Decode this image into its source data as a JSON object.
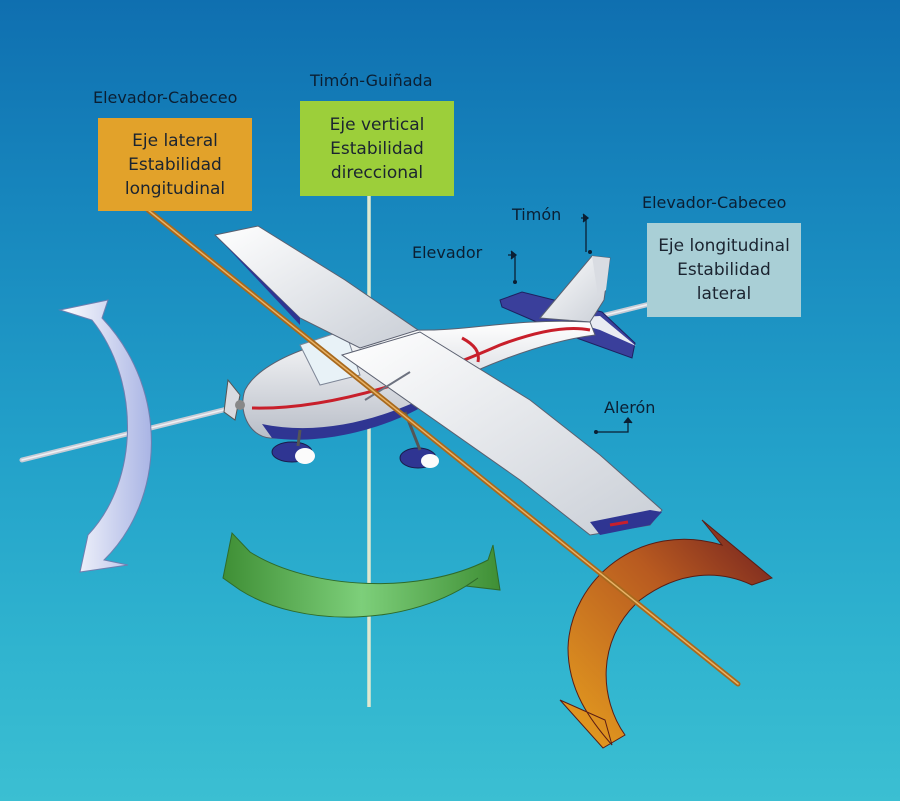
{
  "axes": {
    "lateral": {
      "control": "Elevador-Cabeceo",
      "lines": [
        "Eje lateral",
        "Estabilidad",
        "longitudinal"
      ],
      "color": "#e2a22a"
    },
    "vertical": {
      "control": "Timón-Guiñada",
      "lines": [
        "Eje vertical",
        "Estabilidad",
        "direccional"
      ],
      "color": "#9ccf3a"
    },
    "longitudinal": {
      "control": "Elevador-Cabeceo",
      "lines": [
        "Eje longitudinal",
        "Estabilidad",
        "lateral"
      ],
      "color": "#a9cfd6"
    }
  },
  "surfaces": {
    "rudder": "Timón",
    "elevator": "Elevador",
    "aileron": "Alerón"
  }
}
